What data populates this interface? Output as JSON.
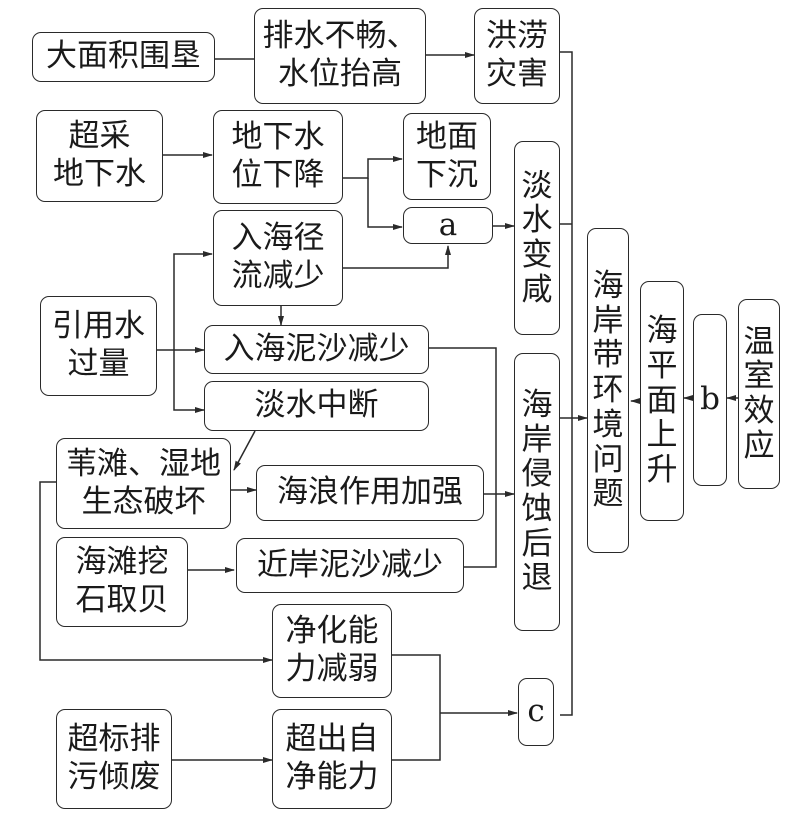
{
  "nodes": {
    "reclamation": "大面积围垦",
    "poor_drainage": "排水不畅、\n水位抬高",
    "flood": "洪涝\n灾害",
    "overpump": "超采\n地下水",
    "gw_drop": "地下水\n位下降",
    "subsidence": "地面\n下沉",
    "a": "a",
    "saline": "淡\n水\n变\n咸",
    "runoff_less": "入海径\n流减少",
    "overuse": "引用水\n过量",
    "sediment_less": "入海泥沙减少",
    "fresh_cut": "淡水中断",
    "wetland": "苇滩、湿地\n生态破坏",
    "wave": "海浪作用加强",
    "erosion": "海\n岸\n侵\n蚀\n后\n退",
    "dig": "海滩挖\n石取贝",
    "near_sediment": "近岸泥沙减少",
    "purify_weak": "净化能\n力减弱",
    "pollution": "超标排\n污倾废",
    "exceed": "超出自\n净能力",
    "c": "c",
    "coastal": "海\n岸\n带\n环\n境\n问\n题",
    "sea_rise": "海\n平\n面\n上\n升",
    "b": "b",
    "greenhouse": "温\n室\n效\n应"
  }
}
